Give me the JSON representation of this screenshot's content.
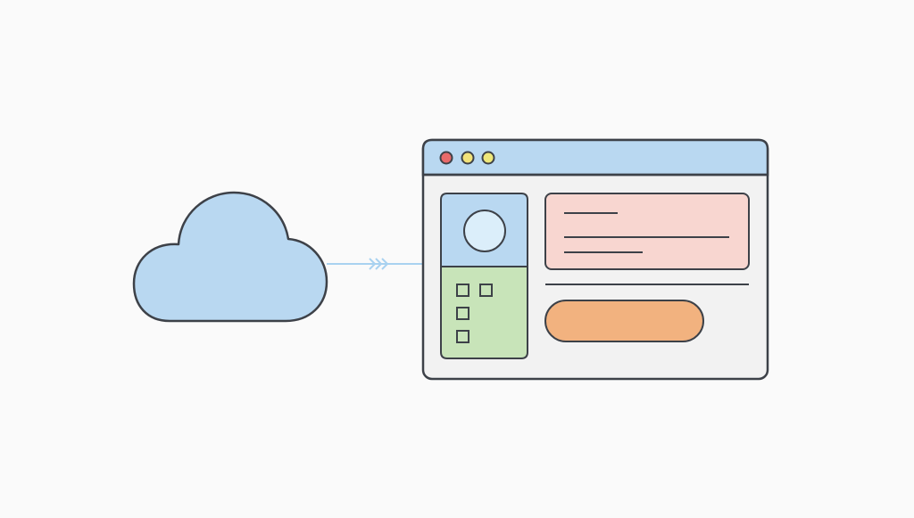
{
  "colors": {
    "background": "#fafafa",
    "outline": "#3d4148",
    "cloud_fill": "#b9d8f1",
    "connector": "#a9d2f0",
    "titlebar": "#b9d8f1",
    "window_body": "#f2f2f2",
    "traffic_red": "#e86a6a",
    "traffic_yellow": "#f2e27a",
    "traffic_green_yellow": "#eee77a",
    "profile_top": "#b9d8f1",
    "avatar_fill": "#dbeefa",
    "profile_bottom": "#c8e4b9",
    "content_card": "#f8d6d0",
    "action_button": "#f2b27f"
  },
  "icons": {
    "cloud": "cloud-icon",
    "connector": "double-chevron-arrow-icon",
    "window": "browser-window-icon",
    "avatar": "avatar-circle-icon",
    "checkbox": "checkbox-square-icon"
  },
  "window": {
    "traffic_lights": [
      "close",
      "minimize",
      "maximize"
    ],
    "checkbox_count": 4,
    "text_line_count": 3
  }
}
